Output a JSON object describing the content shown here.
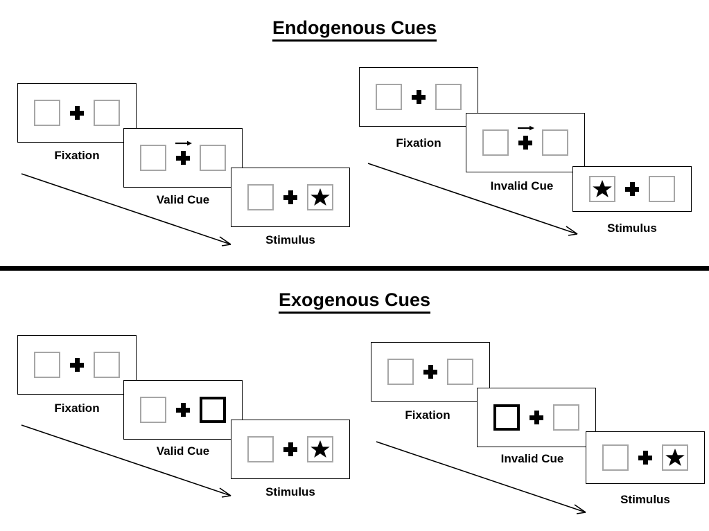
{
  "figure": {
    "sections": [
      {
        "id": "endogenous",
        "title": "Endogenous Cues",
        "sequences": [
          {
            "id": "endogenous-valid",
            "cue_type": "arrow",
            "steps": [
              {
                "label": "Fixation",
                "left_box": "empty",
                "right_box": "empty",
                "center": "plus"
              },
              {
                "label": "Valid Cue",
                "left_box": "empty",
                "right_box": "empty",
                "center": "plus-with-right-arrow"
              },
              {
                "label": "Stimulus",
                "left_box": "empty",
                "right_box": "star",
                "center": "plus"
              }
            ]
          },
          {
            "id": "endogenous-invalid",
            "cue_type": "arrow",
            "steps": [
              {
                "label": "Fixation",
                "left_box": "empty",
                "right_box": "empty",
                "center": "plus"
              },
              {
                "label": "Invalid Cue",
                "left_box": "empty",
                "right_box": "empty",
                "center": "plus-with-right-arrow"
              },
              {
                "label": "Stimulus",
                "left_box": "star",
                "right_box": "empty",
                "center": "plus"
              }
            ]
          }
        ]
      },
      {
        "id": "exogenous",
        "title": "Exogenous Cues",
        "sequences": [
          {
            "id": "exogenous-valid",
            "cue_type": "box-flash",
            "steps": [
              {
                "label": "Fixation",
                "left_box": "empty",
                "right_box": "empty",
                "center": "plus"
              },
              {
                "label": "Valid Cue",
                "left_box": "empty",
                "right_box": "highlight",
                "center": "plus"
              },
              {
                "label": "Stimulus",
                "left_box": "empty",
                "right_box": "star",
                "center": "plus"
              }
            ]
          },
          {
            "id": "exogenous-invalid",
            "cue_type": "box-flash",
            "steps": [
              {
                "label": "Fixation",
                "left_box": "empty",
                "right_box": "empty",
                "center": "plus"
              },
              {
                "label": "Invalid Cue",
                "left_box": "highlight",
                "right_box": "empty",
                "center": "plus"
              },
              {
                "label": "Stimulus",
                "left_box": "empty",
                "right_box": "star",
                "center": "plus"
              }
            ]
          }
        ]
      }
    ],
    "colors": {
      "box_border": "#a6a6a6",
      "box_border_highlight": "#000000",
      "panel_border": "#000000",
      "ink": "#000000",
      "background": "#ffffff"
    }
  }
}
